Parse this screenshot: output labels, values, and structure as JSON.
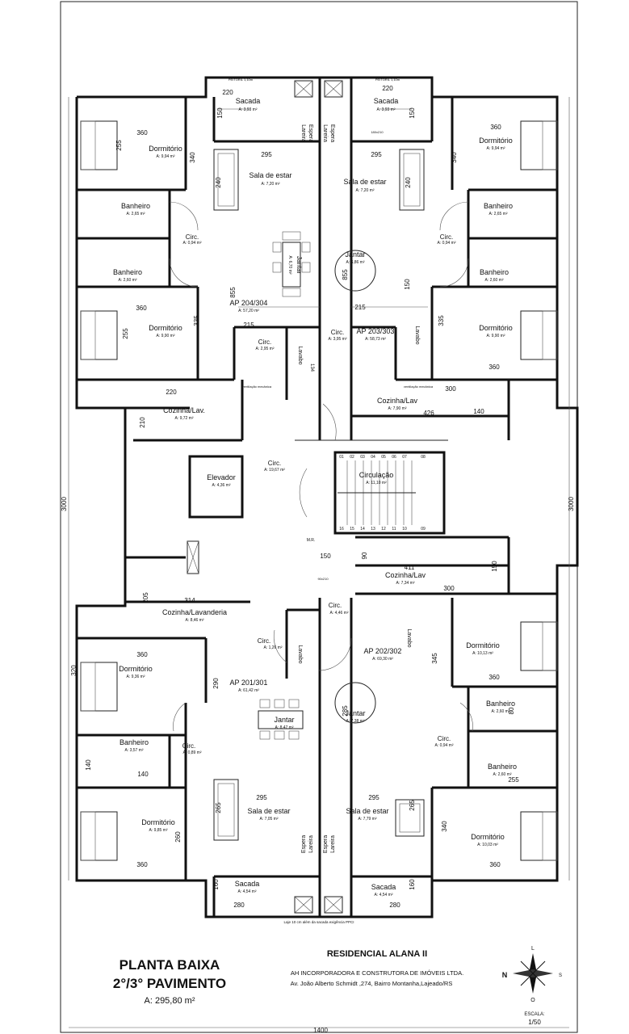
{
  "rooms": {
    "sacada_tl": {
      "name": "Sacada",
      "area": "A: 3,93 m²"
    },
    "sacada_tr": {
      "name": "Sacada",
      "area": "A: 3,93 m²"
    },
    "dorm_tl1": {
      "name": "Dormitório",
      "area": "A: 9,94 m²"
    },
    "dorm_tr1": {
      "name": "Dormitório",
      "area": "A: 9,94 m²"
    },
    "sala_tl": {
      "name": "Sala de estar",
      "area": "A: 7,20 m²"
    },
    "sala_tr": {
      "name": "Sala de estar",
      "area": "A: 7,20 m²"
    },
    "banh_tl1": {
      "name": "Banheiro",
      "area": "A: 2,65 m²"
    },
    "banh_tl2": {
      "name": "Banheiro",
      "area": "A: 2,60 m²"
    },
    "banh_tr1": {
      "name": "Banheiro",
      "area": "A: 2,65 m²"
    },
    "banh_tr2": {
      "name": "Banheiro",
      "area": "A: 2,60 m²"
    },
    "circ_tl": {
      "name": "Circ.",
      "area": "A: 0,94 m²"
    },
    "circ_tr": {
      "name": "Circ.",
      "area": "A: 0,94 m²"
    },
    "jantar_tl": {
      "name": "Jantar",
      "area": "A: 6,70 m²"
    },
    "jantar_tr": {
      "name": "Jantar",
      "area": "A: 6,86 m²"
    },
    "ap_204": {
      "name": "AP 204/304",
      "area": "A: 57,20 m²"
    },
    "ap_203": {
      "name": "AP 203/303",
      "area": "A: 58,73 m²"
    },
    "dorm_tl2": {
      "name": "Dormitório",
      "area": "A: 9,90 m²"
    },
    "dorm_tr2": {
      "name": "Dormitório",
      "area": "A: 9,90 m²"
    },
    "circ_tl2": {
      "name": "Circ.",
      "area": "A: 2,95 m²"
    },
    "circ_tr2": {
      "name": "Circ.",
      "area": "A: 3,95 m²"
    },
    "lavabo_tl": {
      "name": "Lavabo"
    },
    "lavabo_tr": {
      "name": "Lavabo"
    },
    "coz_tl": {
      "name": "Cozinha/Lav.",
      "area": "A: 9,72 m²"
    },
    "coz_tr": {
      "name": "Cozinha/Lav",
      "area": "A: 7,90 m²"
    },
    "elevador": {
      "name": "Elevador",
      "area": "A: 4,36 m²"
    },
    "circ_center": {
      "name": "Circ.",
      "area": "A: 19,67 m²"
    },
    "circulacao": {
      "name": "Circulação",
      "area": "A: 11,10 m²"
    },
    "mr": {
      "name": "M.R."
    },
    "coz_br": {
      "name": "Cozinha/Lav",
      "area": "A: 7,34 m²"
    },
    "coz_bl": {
      "name": "Cozinha/Lavanderia",
      "area": "A: 8,46 m²"
    },
    "circ_bl": {
      "name": "Circ.",
      "area": "A: 1,26 m²"
    },
    "circ_br": {
      "name": "Circ.",
      "area": "A: 4,46 m²"
    },
    "lavabo_bl": {
      "name": "Lavabo"
    },
    "lavabo_br": {
      "name": "Lavabo"
    },
    "dorm_bl1": {
      "name": "Dormitório",
      "area": "A: 9,36 m²"
    },
    "dorm_br1": {
      "name": "Dormitório",
      "area": "A: 10,13 m²"
    },
    "ap_201": {
      "name": "AP 201/301",
      "area": "A: 61,42 m²"
    },
    "ap_202": {
      "name": "AP 202/302",
      "area": "A: 69,30 m²"
    },
    "jantar_bl": {
      "name": "Jantar",
      "area": "A: 8,47 m²"
    },
    "jantar_br": {
      "name": "Jantar",
      "area": "A: 7,38 m²"
    },
    "banh_bl": {
      "name": "Banheiro",
      "area": "A: 3,57 m²"
    },
    "banh_br1": {
      "name": "Banheiro",
      "area": "A: 2,60 m²"
    },
    "banh_br2": {
      "name": "Banheiro",
      "area": "A: 2,60 m²"
    },
    "circ_bl2": {
      "name": "Circ.",
      "area": "A: 0,89 m²"
    },
    "circ_br2": {
      "name": "Circ.",
      "area": "A: 0,94 m²"
    },
    "sala_bl": {
      "name": "Sala de estar",
      "area": "A: 7,05 m²"
    },
    "sala_br": {
      "name": "Sala de estar",
      "area": "A: 7,79 m²"
    },
    "dorm_bl2": {
      "name": "Dormitório",
      "area": "A: 9,85 m²"
    },
    "dorm_br2": {
      "name": "Dormitório",
      "area": "A: 10,03 m²"
    },
    "sacada_bl": {
      "name": "Sacada",
      "area": "A: 4,54 m²"
    },
    "sacada_br": {
      "name": "Sacada",
      "area": "A: 4,54 m²"
    }
  },
  "labels": {
    "espera_lareira": "Espera Lareira",
    "espera": "Espera",
    "lareira": "Lareira",
    "laje_note": "Laje 10 cm além da sacada exigência PPCI",
    "peitoril": "PEITORIL 1,10m",
    "ventilacao": "ventilação mecânica"
  },
  "dimensions": {
    "d220": "220",
    "d150": "150",
    "d360": "360",
    "d255": "255",
    "d340": "340",
    "d295": "295",
    "d240": "240",
    "d855": "855",
    "d215": "215",
    "d335": "335",
    "d300": "300",
    "d426": "426",
    "d140": "140",
    "d210": "210",
    "d3000": "3000",
    "d90": "90",
    "d411": "411",
    "d205": "205",
    "d314": "314",
    "d345": "345",
    "d320": "320",
    "d290": "290",
    "d285": "285",
    "d265": "265",
    "d260": "260",
    "d160": "160",
    "d280": "280",
    "d1400": "1400",
    "d80": "80",
    "d90x210": "90x210",
    "d180x210": "180x210",
    "d134": "134"
  },
  "stairs": {
    "top_steps": [
      "01",
      "02",
      "03",
      "04",
      "05",
      "06",
      "07",
      "08"
    ],
    "bottom_steps": [
      "16",
      "15",
      "14",
      "13",
      "12",
      "11",
      "10",
      "09"
    ]
  },
  "title_block": {
    "title_line1": "PLANTA BAIXA",
    "title_line2": "2°/3° PAVIMENTO",
    "total_area": "A: 295,80 m²",
    "project": "RESIDENCIAL ALANA II",
    "company": "AH INCORPORADORA E CONSTRUTORA DE IMÓVEIS LTDA.",
    "address": "Av. João Alberto Schmidt ,274, Bairro Montanha,Lajeado/RS",
    "scale_label": "ESCALA:",
    "scale_value": "1/50"
  },
  "compass": {
    "n": "N",
    "s": "S",
    "l": "L",
    "o": "O"
  }
}
